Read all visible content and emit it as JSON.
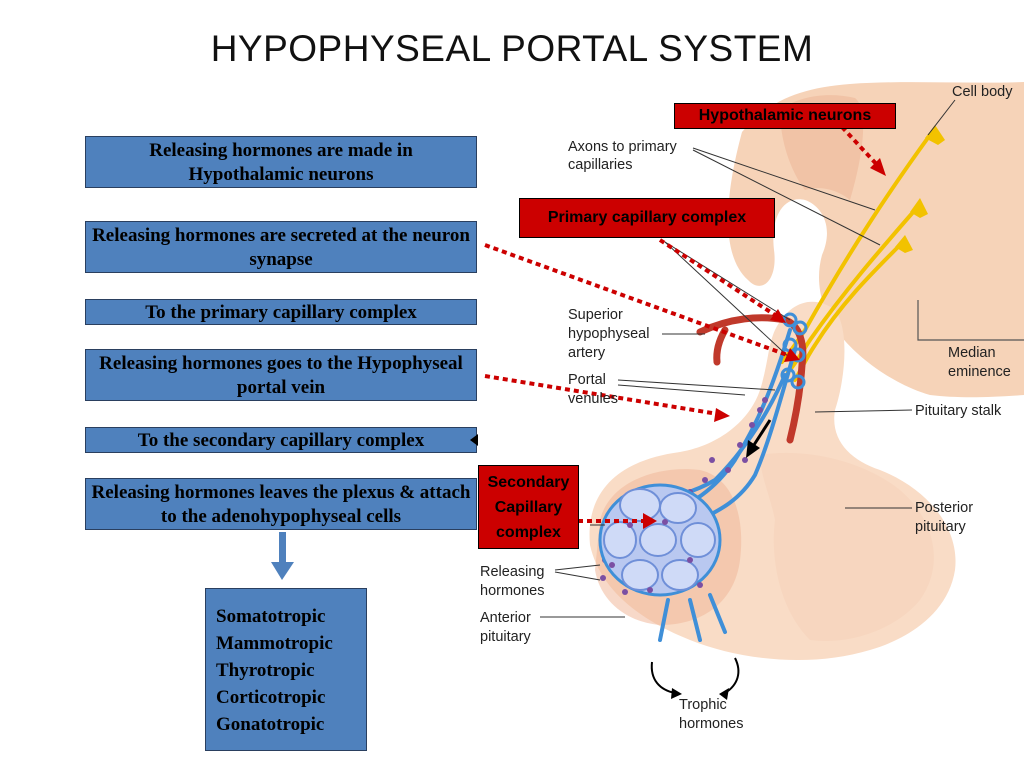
{
  "title": "HYPOPHYSEAL PORTAL SYSTEM",
  "steps": [
    "Releasing hormones are made in Hypothalamic neurons",
    "Releasing hormones are secreted at the neuron synapse",
    "To the primary capillary complex",
    "Releasing hormones goes to the Hypophyseal portal vein",
    "To the secondary capillary complex",
    "Releasing hormones leaves the plexus & attach to the adenohypophyseal cells"
  ],
  "hormone_types": [
    "Somatotropic",
    "Mammotropic",
    "Thyrotropic",
    "Corticotropic",
    "Gonatotropic"
  ],
  "red_labels": {
    "hypothalamic": "Hypothalamic neurons",
    "primary": "Primary capillary complex",
    "secondary_1": "Secondary",
    "secondary_2": "Capillary",
    "secondary_3": "complex"
  },
  "diagram_labels": {
    "cell_body": "Cell body",
    "axons_1": "Axons to primary",
    "axons_2": "capillaries",
    "superior_1": "Superior",
    "superior_2": "hypophyseal",
    "superior_3": "artery",
    "portal_1": "Portal",
    "portal_2": "venules",
    "median_1": "Median",
    "median_2": "eminence",
    "stalk": "Pituitary stalk",
    "posterior_1": "Posterior",
    "posterior_2": "pituitary",
    "releasing_1": "Releasing",
    "releasing_2": "hormones",
    "anterior_1": "Anterior",
    "anterior_2": "pituitary",
    "trophic_1": "Trophic",
    "trophic_2": "hormones"
  }
}
